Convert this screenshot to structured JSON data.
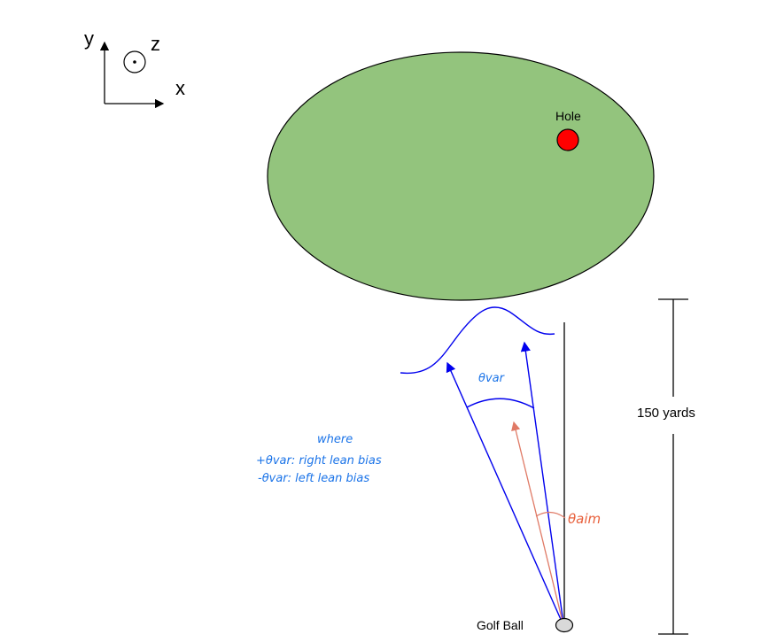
{
  "axes": {
    "x_label": "x",
    "y_label": "y",
    "z_label": "z"
  },
  "green": {
    "hole_label": "Hole",
    "fill_color": "#93c47d",
    "hole_color": "#ff0000"
  },
  "scale": {
    "label": "150 yards"
  },
  "ball": {
    "label": "Golf Ball"
  },
  "angles": {
    "var_label": "θvar",
    "aim_label": "θaim"
  },
  "legend": {
    "title": "where",
    "line1": "+θvar: right lean bias",
    "line2": "-θvar: left lean bias"
  },
  "colors": {
    "variance": "#0000ee",
    "aim": "#e07a66",
    "text_blue": "#1a73e8",
    "text_orange": "#e8603c"
  }
}
